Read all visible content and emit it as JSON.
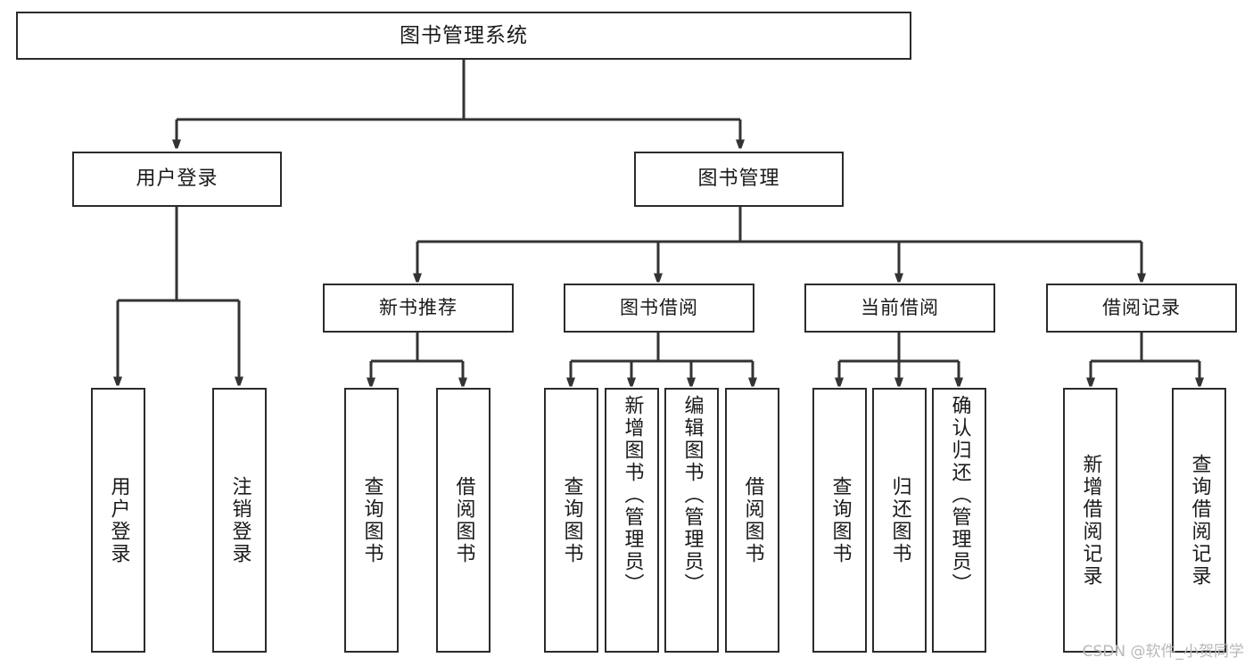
{
  "diagram": {
    "title": "图书管理系统",
    "type": "tree",
    "watermark": "CSDN @软件_小贺同学",
    "colors": {
      "box_border": "#2b2b2b",
      "box_fill": "#ffffff",
      "connector": "#333333",
      "text": "#1a1a1a",
      "watermark": "#b8b8b8",
      "background": "#ffffff"
    },
    "root": {
      "label": "图书管理系统"
    },
    "level2": [
      {
        "label": "用户登录"
      },
      {
        "label": "图书管理"
      }
    ],
    "level3": [
      {
        "label": "新书推荐"
      },
      {
        "label": "图书借阅"
      },
      {
        "label": "当前借阅"
      },
      {
        "label": "借阅记录"
      }
    ],
    "leaves": {
      "user_login": [
        {
          "label": "用户登录"
        },
        {
          "label": "注销登录"
        }
      ],
      "new_book_recommend": [
        {
          "label": "查询图书"
        },
        {
          "label": "借阅图书"
        }
      ],
      "book_borrow": [
        {
          "label": "查询图书"
        },
        {
          "label": "新增图书（管理员）"
        },
        {
          "label": "编辑图书（管理员）"
        },
        {
          "label": "借阅图书"
        }
      ],
      "current_borrow": [
        {
          "label": "查询图书"
        },
        {
          "label": "归还图书"
        },
        {
          "label": "确认归还（管理员）"
        }
      ],
      "borrow_record": [
        {
          "label": "新增借阅记录"
        },
        {
          "label": "查询借阅记录"
        }
      ]
    }
  }
}
